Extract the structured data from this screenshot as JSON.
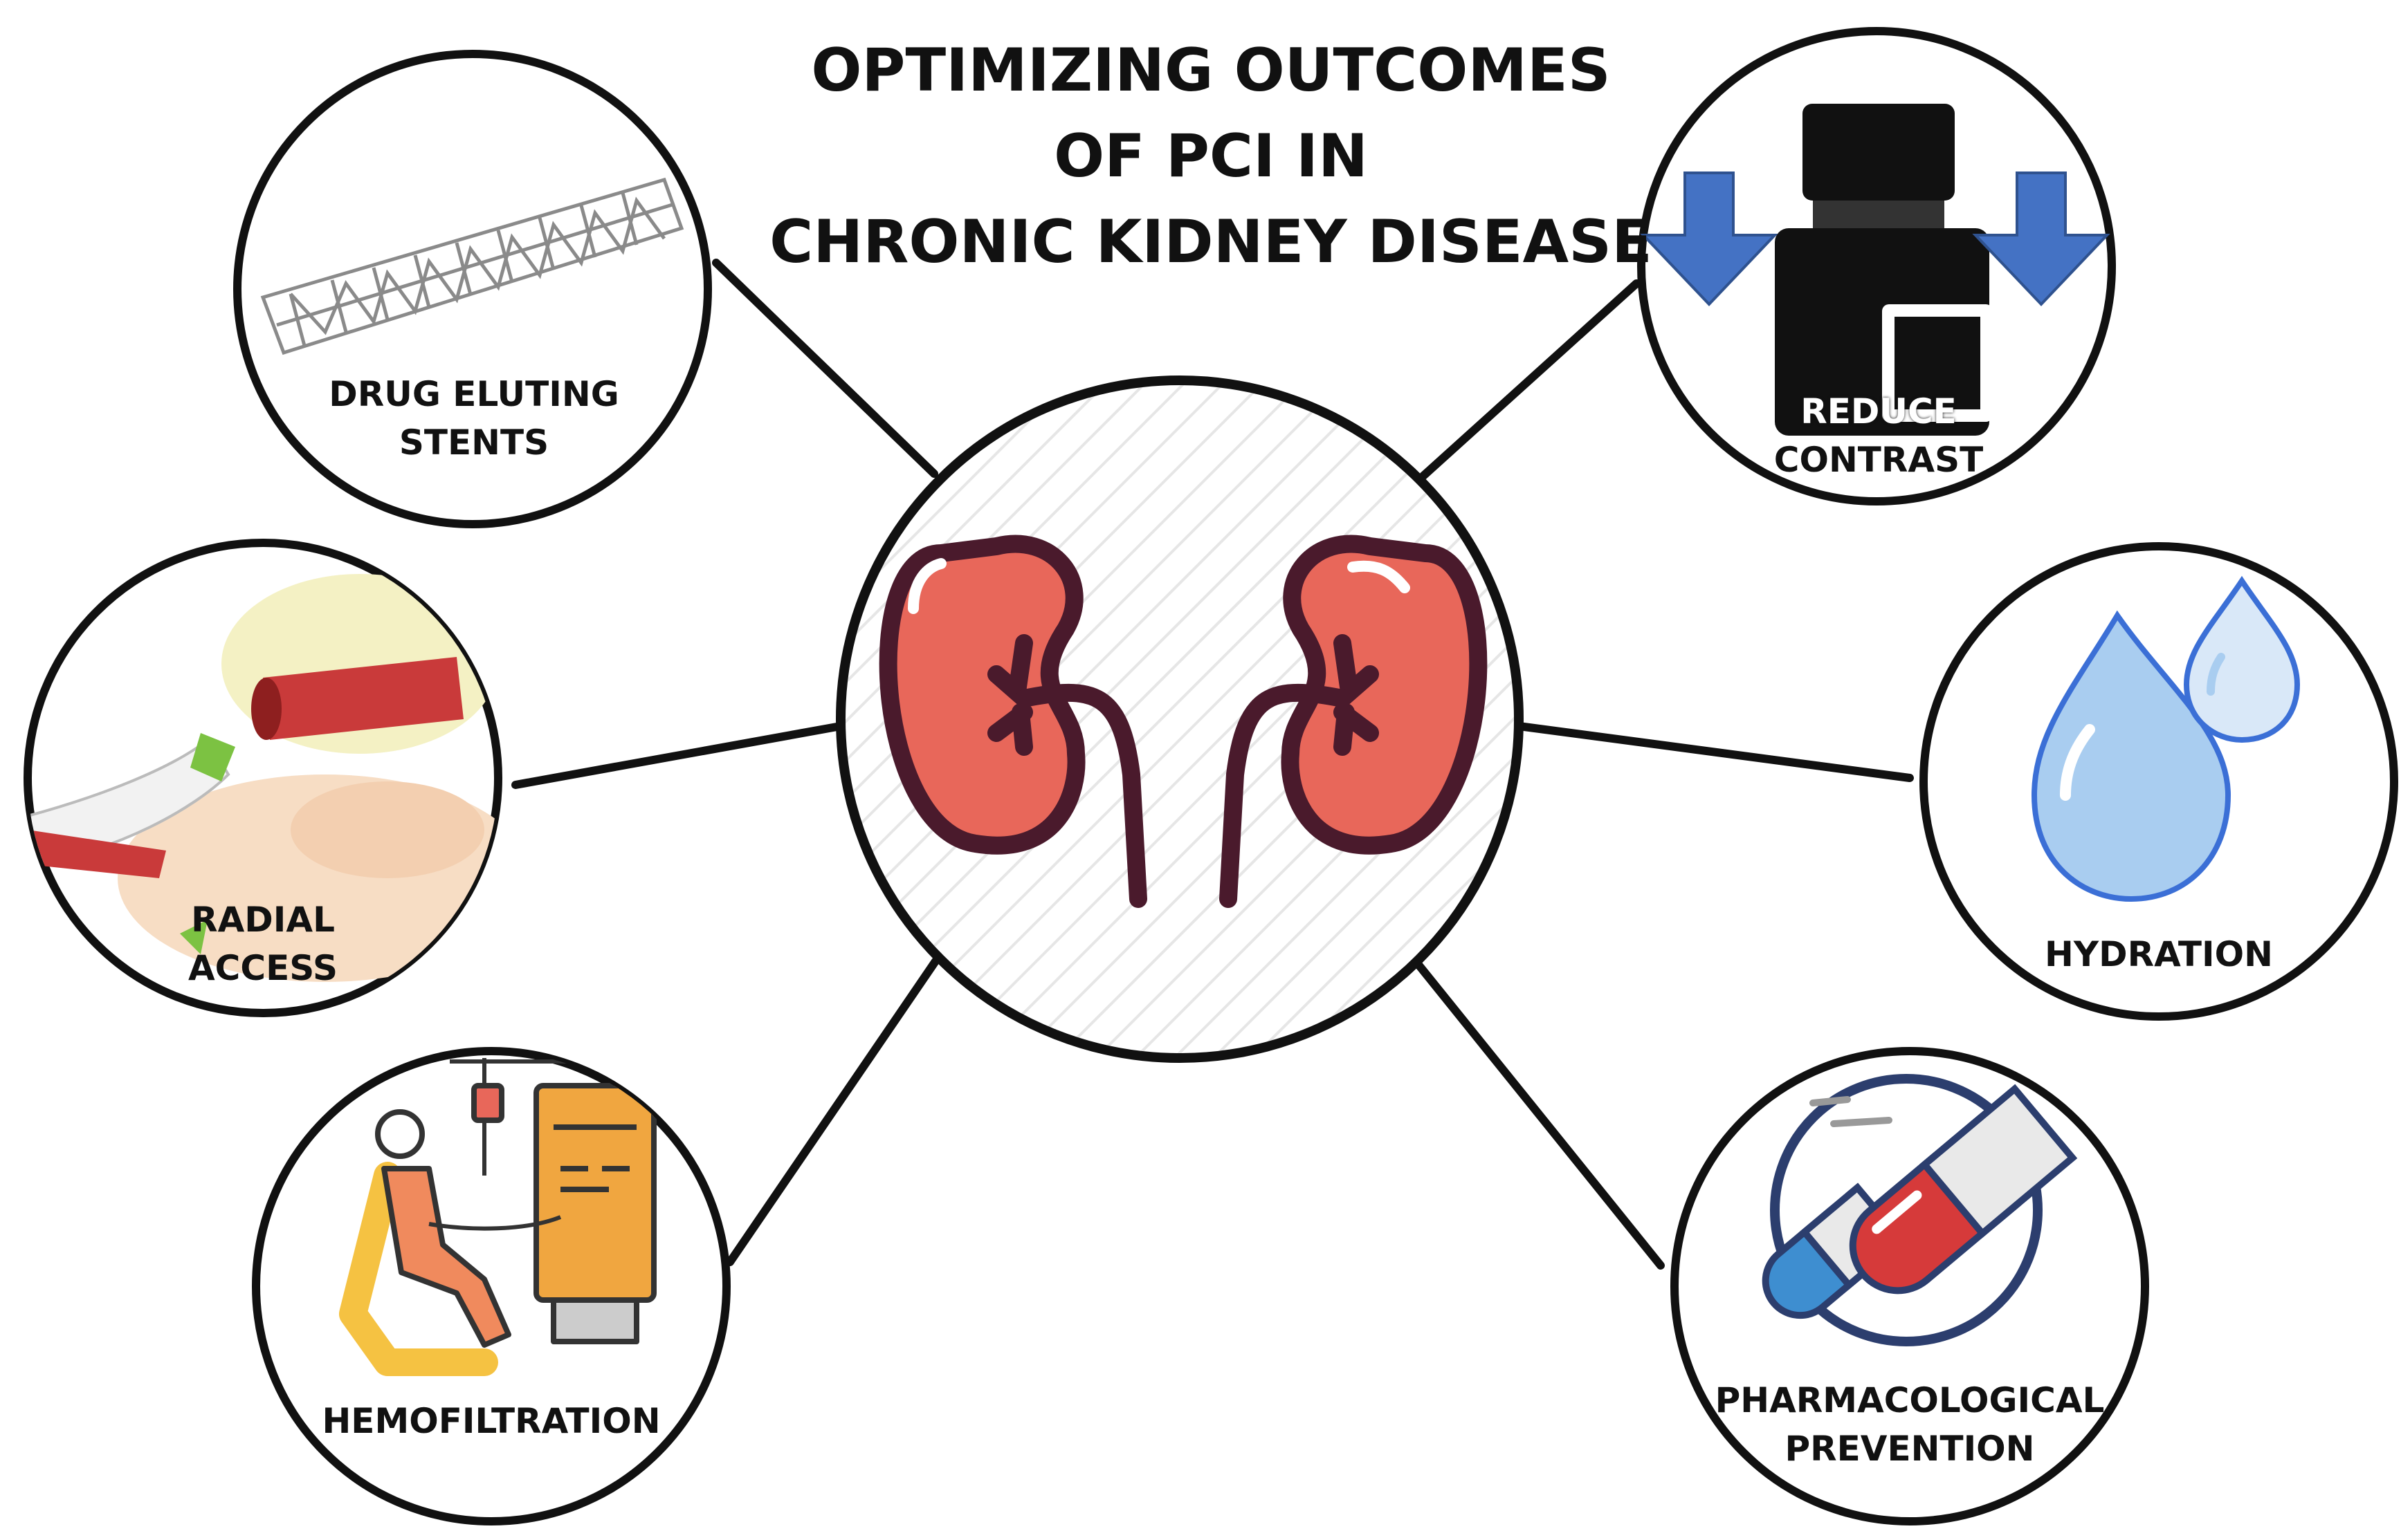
{
  "title": {
    "line1": "OPTIMIZING OUTCOMES",
    "line2": "OF PCI IN",
    "line3": "CHRONIC KIDNEY DISEASE"
  },
  "nodes": {
    "stents": {
      "line1": "DRUG ELUTING",
      "line2": "STENTS"
    },
    "contrast": {
      "line1": "REDUCE",
      "line2": "CONTRAST"
    },
    "radial": {
      "line1": "RADIAL",
      "line2": "ACCESS"
    },
    "hydration": {
      "line1": "HYDRATION"
    },
    "hemofiltration": {
      "line1": "HEMOFILTRATION"
    },
    "pharma": {
      "line1": "PHARMACOLOGICAL",
      "line2": "PREVENTION"
    }
  },
  "colors": {
    "kidney": "#e8675a",
    "kidney_outline": "#4a1a2c",
    "arrow": "#4472c4",
    "drop": "#a9cdf0",
    "capsule_red": "#d63a3a",
    "capsule_blue": "#3e8ed0",
    "chair": "#f5c242",
    "patient": "#f08a5d",
    "machine": "#f0a640"
  },
  "icons": [
    "kidneys-icon",
    "stent-icon",
    "contrast-bottle-icon",
    "radial-access-icon",
    "water-drop-icon",
    "dialysis-icon",
    "capsule-icon"
  ]
}
